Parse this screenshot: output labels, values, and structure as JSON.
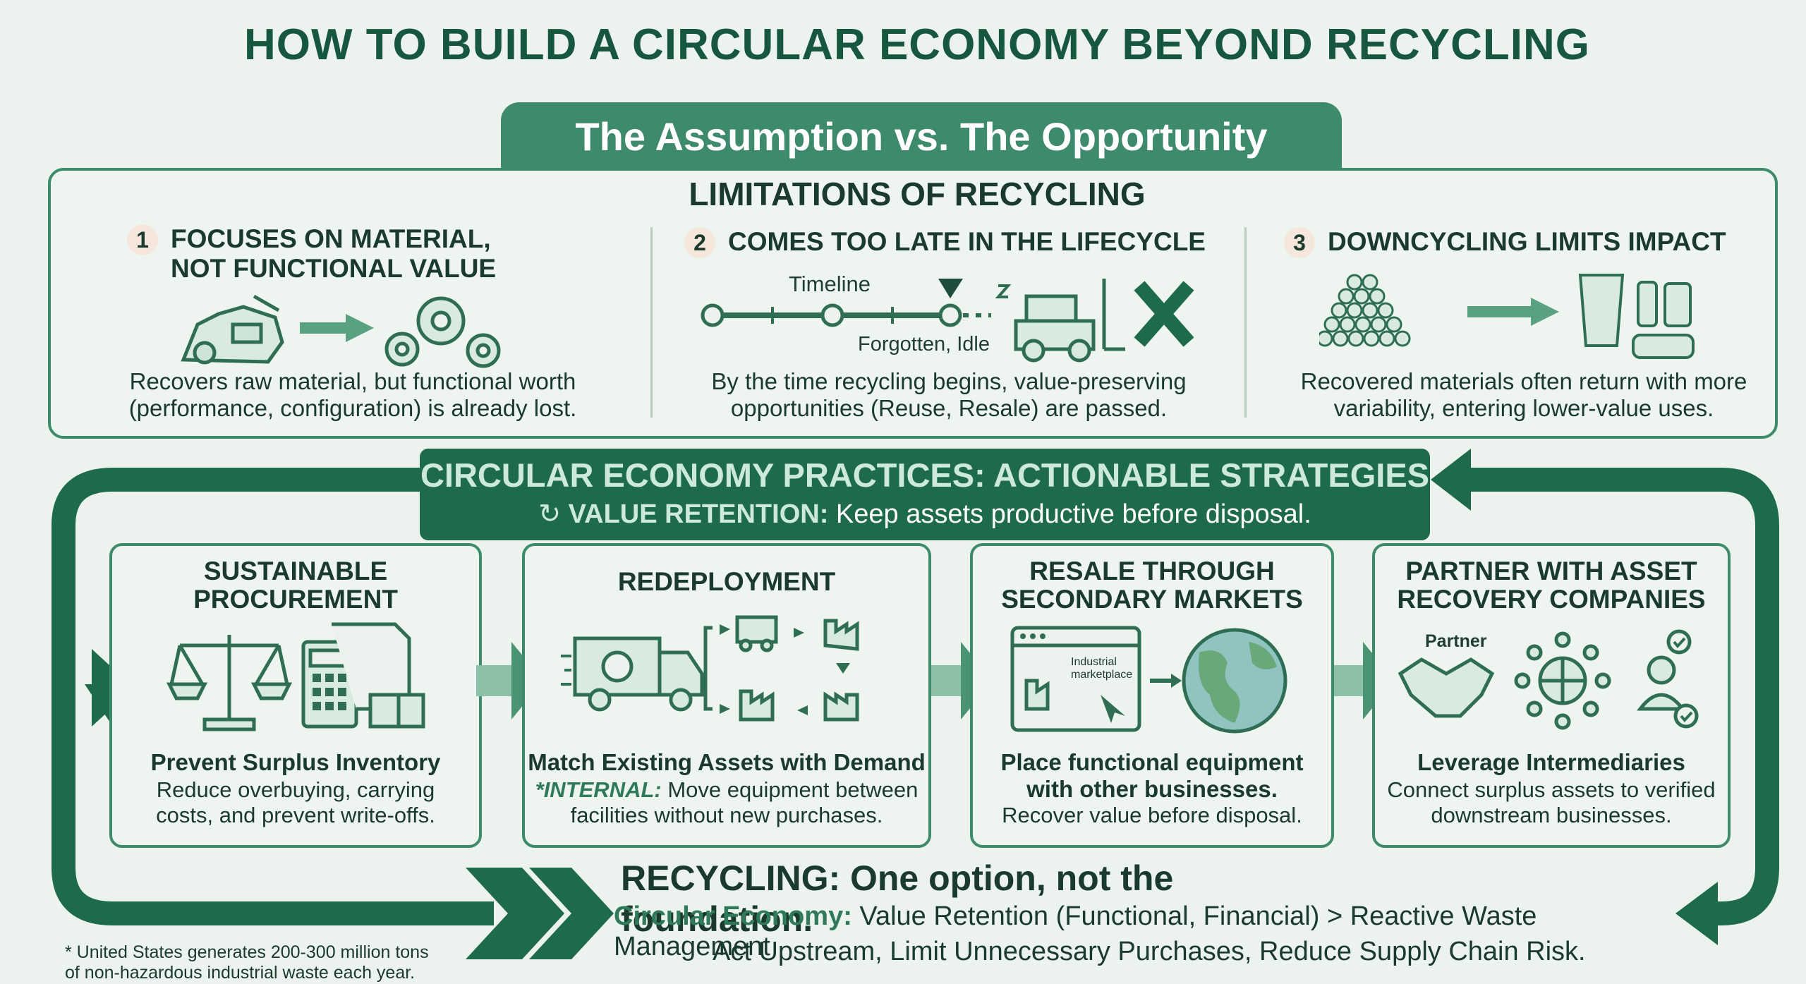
{
  "title": "HOW TO BUILD A CIRCULAR ECONOMY BEYOND RECYCLING",
  "tab_title": "The Assumption vs. The Opportunity",
  "limitations": {
    "heading": "LIMITATIONS OF RECYCLING",
    "items": [
      {
        "number": "1",
        "title_line1": "FOCUSES ON MATERIAL,",
        "title_line2": "NOT FUNCTIONAL VALUE",
        "text_line1": "Recovers raw material, but functional worth",
        "text_line2": "(performance, configuration) is already lost."
      },
      {
        "number": "2",
        "title_line1": "COMES TOO LATE IN THE LIFECYCLE",
        "timeline_label": "Timeline",
        "forgotten_label": "Forgotten, Idle",
        "text_line1": "By the time recycling begins, value-preserving",
        "text_line2": "opportunities (Reuse, Resale) are passed."
      },
      {
        "number": "3",
        "title_line1": "DOWNCYCLING LIMITS IMPACT",
        "text_line1": "Recovered materials often return with more",
        "text_line2": "variability, entering lower-value uses."
      }
    ]
  },
  "practices": {
    "title": "CIRCULAR ECONOMY PRACTICES: ACTIONABLE STRATEGIES",
    "subtitle_bold": "VALUE RETENTION:",
    "subtitle_rest": " Keep assets productive before disposal."
  },
  "cards": [
    {
      "title_line1": "SUSTAINABLE",
      "title_line2": "PROCUREMENT",
      "bold": "Prevent Surplus Inventory",
      "text_line1": "Reduce overbuying, carrying",
      "text_line2": "costs, and prevent write-offs."
    },
    {
      "title_line1": "REDEPLOYMENT",
      "bold": "Match Existing Assets with Demand",
      "text_prefix": "*INTERNAL:",
      "text_line1": " Move equipment between",
      "text_line2": "facilities without new purchases."
    },
    {
      "title_line1": "RESALE THROUGH",
      "title_line2": "SECONDARY MARKETS",
      "marketplace_label_line1": "Industrial",
      "marketplace_label_line2": "marketplace",
      "bold_line1": "Place functional equipment",
      "bold_line2": "with other businesses.",
      "text_line1": "Recover value before disposal."
    },
    {
      "title_line1": "PARTNER WITH ASSET",
      "title_line2": "RECOVERY COMPANIES",
      "partner_label": "Partner",
      "bold": "Leverage Intermediaries",
      "text_line1": "Connect surplus assets to verified",
      "text_line2": "downstream businesses."
    }
  ],
  "recycling_line": "RECYCLING: One option, not the foundation.",
  "circular_bold": "Circular Economy:",
  "circular_rest": " Value Retention (Functional, Financial) > Reactive Waste Management",
  "upstream_line": "Act Upstream, Limit Unnecessary Purchases, Reduce Supply Chain Risk.",
  "footnote_line1": "* United States generates 200-300 million tons",
  "footnote_line2": "of non-hazardous industrial waste each year.",
  "colors": {
    "dark_green": "#1e6b4b",
    "mid_green": "#3e8a6c",
    "background": "#ecf2ee"
  }
}
